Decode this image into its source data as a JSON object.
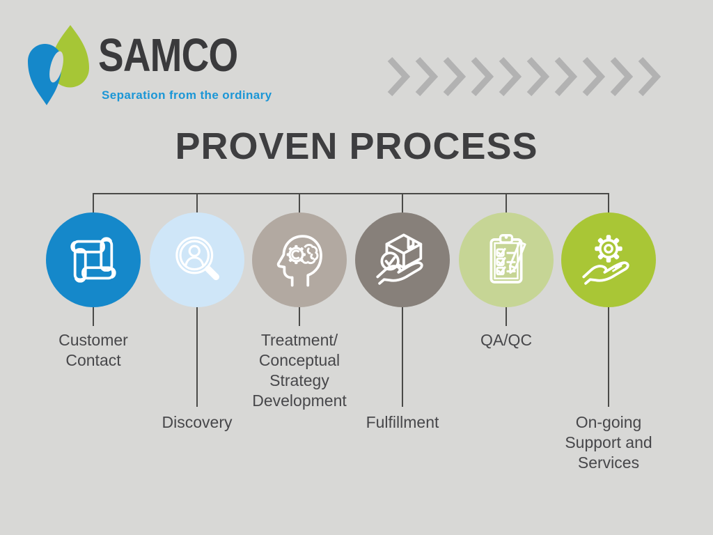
{
  "brand": {
    "name": "SAMCO",
    "tagline": "Separation from the ordinary"
  },
  "title": "PROVEN PROCESS",
  "decor": {
    "chevron_count": 10,
    "chevron_color": "#b2b2b2"
  },
  "colors": {
    "background": "#d8d8d6",
    "connector": "#4a4a48",
    "label_text": "#47474a",
    "title_text": "#3e3e40",
    "logo_blue": "#1588ca",
    "logo_green": "#a6c636",
    "tagline_blue": "#1b96d6"
  },
  "steps": [
    {
      "label": "Customer Contact",
      "lines": [
        "Customer",
        "Contact"
      ],
      "icon": "interlocked-hands-icon",
      "color": "#1588ca",
      "stem": "short"
    },
    {
      "label": "Discovery",
      "lines": [
        "Discovery"
      ],
      "icon": "person-search-icon",
      "color": "#cfe6f8",
      "stem": "long"
    },
    {
      "label": "Treatment/ Conceptual Strategy Development",
      "lines": [
        "Treatment/",
        "Conceptual",
        "Strategy",
        "Development"
      ],
      "icon": "strategy-head-icon",
      "color": "#b2a9a1",
      "stem": "short"
    },
    {
      "label": "Fulfillment",
      "lines": [
        "Fulfillment"
      ],
      "icon": "package-hand-icon",
      "color": "#87807a",
      "stem": "long"
    },
    {
      "label": "QA/QC",
      "lines": [
        "QA/QC"
      ],
      "icon": "checklist-icon",
      "color": "#c6d595",
      "stem": "short"
    },
    {
      "label": "On-going Support and Services",
      "lines": [
        "On-going",
        "Support and",
        "Services"
      ],
      "icon": "gear-hand-icon",
      "color": "#a9c636",
      "stem": "long"
    }
  ]
}
